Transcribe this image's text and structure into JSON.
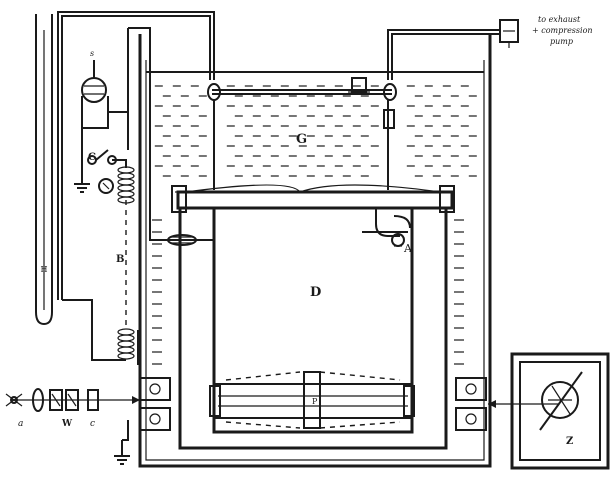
{
  "labels": {
    "G": "G",
    "D": "D",
    "A": "A",
    "B": "B",
    "C": "C",
    "P": "P",
    "Z": "Z",
    "W": "W",
    "a": "a",
    "c": "c",
    "s": "s",
    "thermometer": "H"
  },
  "pump_note": {
    "line1": "to exhaust",
    "line2": "+ compression",
    "line3": "pump"
  }
}
